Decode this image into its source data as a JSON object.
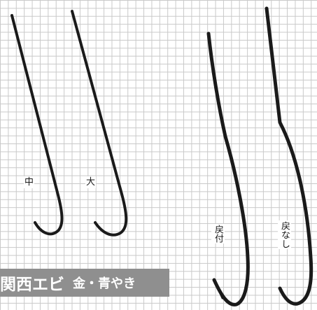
{
  "hooks": [
    {
      "name": "中",
      "kind": "hook"
    },
    {
      "name": "大",
      "kind": "hook"
    },
    {
      "name": "戻付",
      "kind": "hook"
    },
    {
      "name": "戻なし",
      "kind": "hook"
    }
  ],
  "labels": {
    "medium": "中",
    "large": "大",
    "with_barb": "戻付",
    "barbless": "戻なし"
  },
  "banner": {
    "title": "関西エビ",
    "subtitle": "金・青やき"
  },
  "colors": {
    "grid": "#c9c9c9",
    "hook_stroke": "#1a1a1a",
    "banner_bg": "#8f8f8f",
    "banner_text": "#ffffff"
  }
}
